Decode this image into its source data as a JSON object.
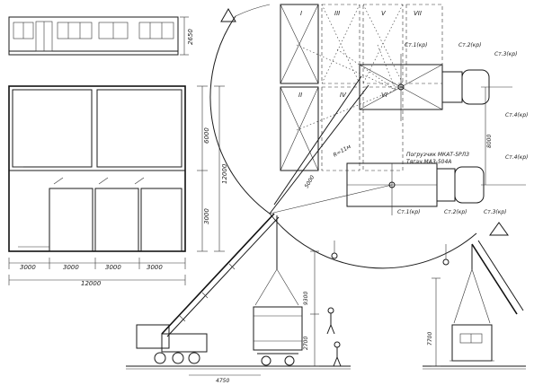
{
  "elevation": {
    "height_dim": "2650"
  },
  "plan": {
    "dims_bottom": [
      "3000",
      "3000",
      "3000",
      "3000"
    ],
    "dim_total": "12000",
    "dim_right_top": "6000",
    "dim_right_bottom": "3000",
    "dim_right_total": "12000"
  },
  "layout": {
    "cells": [
      "I",
      "III",
      "V",
      "VII",
      "II",
      "IV",
      "VI"
    ],
    "positions": [
      "Ст.1(кр)",
      "Ст.2(кр)",
      "Ст.3(кр)",
      "Ст.4(кр)",
      "Ст.4(кр)",
      "Ст.3(кр)",
      "Ст.2(кр)",
      "Ст.1(кр)"
    ],
    "radius_labels": [
      "R=11м",
      "5000"
    ],
    "dim_right": "8000",
    "crane_note_line1": "Погрузчик МКАТ-5РЛЗ",
    "crane_note_line2": "Тягач МАЗ-504А"
  },
  "lift": {
    "dim_height": "9300",
    "dim_lower": "2700",
    "dim_ground": "4750",
    "dim_right_height": "7700"
  }
}
